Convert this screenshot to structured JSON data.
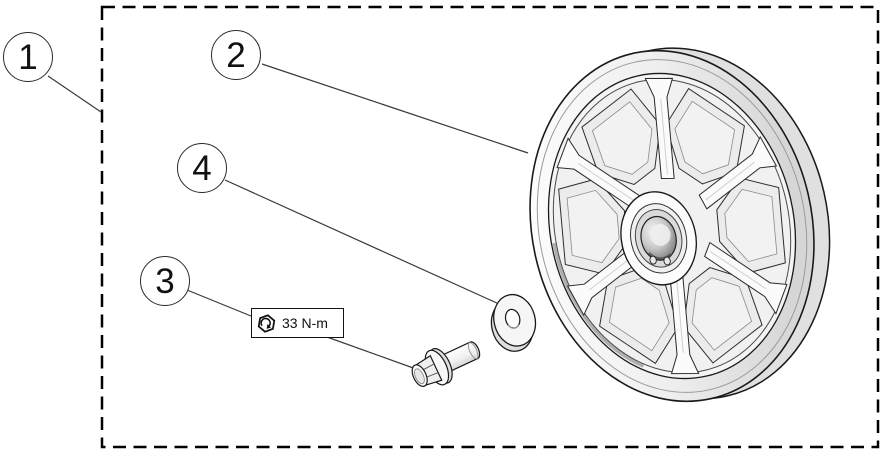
{
  "figure": {
    "kind": "exploded-parts-diagram",
    "callouts": [
      {
        "label": "1"
      },
      {
        "label": "2"
      },
      {
        "label": "3"
      },
      {
        "label": "4"
      }
    ],
    "torque_label": {
      "text": "33 N-m",
      "icon": "hex-bolt-torque-icon"
    },
    "colors": {
      "background": "#ffffff",
      "outline": "#1a1a1a",
      "leader_line": "#3a3a3a",
      "fill_light": "#f6f6f6",
      "fill_mid": "#e4e4e4",
      "fill_dark": "#8e8e8e"
    }
  }
}
